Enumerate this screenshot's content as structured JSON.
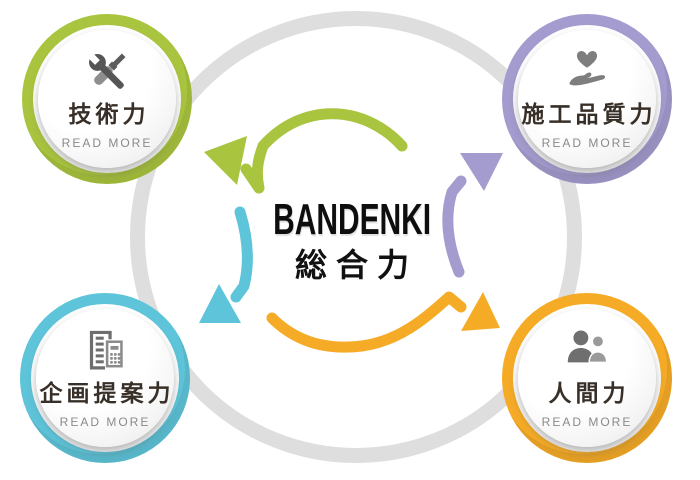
{
  "center": {
    "line1": "BANDENKI",
    "line2": "総合力"
  },
  "circles": [
    {
      "id": "tech",
      "label": "技術力",
      "read_more": "READ MORE",
      "color": "#a9c43e",
      "icon": "tools-icon"
    },
    {
      "id": "quality",
      "label": "施工品質力",
      "read_more": "READ MORE",
      "color": "#a49bce",
      "icon": "heart-hand-icon"
    },
    {
      "id": "planning",
      "label": "企画提案力",
      "read_more": "READ MORE",
      "color": "#5ec4d9",
      "icon": "building-calculator-icon"
    },
    {
      "id": "human",
      "label": "人間力",
      "read_more": "READ MORE",
      "color": "#f5ab26",
      "icon": "people-icon"
    }
  ],
  "arrows": [
    {
      "id": "arrow-to-tech",
      "color": "#a9c43e",
      "direction": "points-upper-left"
    },
    {
      "id": "arrow-to-quality",
      "color": "#a49bce",
      "direction": "points-upper-right"
    },
    {
      "id": "arrow-to-planning",
      "color": "#5ec4d9",
      "direction": "points-lower-left"
    },
    {
      "id": "arrow-to-human",
      "color": "#f5ab26",
      "direction": "points-lower-right"
    }
  ],
  "background_ring_color": "#dedede",
  "text_colors": {
    "label": "#383028",
    "read_more": "#8a8a8a",
    "center": "#0e0e0e"
  }
}
